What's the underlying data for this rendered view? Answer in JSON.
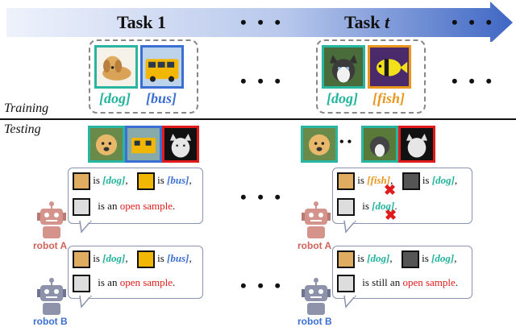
{
  "timeline": {
    "task1_label": "Task 1",
    "taskt_label": "Task ",
    "taskt_var": "t",
    "dots": "• • •"
  },
  "phases": {
    "training": "Training",
    "testing": "Testing"
  },
  "training": {
    "task1": {
      "left_bracket1": "[",
      "label1": "dog",
      "right_bracket1": "]",
      "left_bracket2": "[",
      "label2": "bus",
      "right_bracket2": "]"
    },
    "taskt": {
      "left_bracket1": "[",
      "label1": "dog",
      "right_bracket1": "]",
      "left_bracket2": "[",
      "label2": "fish",
      "right_bracket2": "]"
    },
    "dots": "• • •"
  },
  "testing": {
    "dots_middle": "• • •",
    "inline_dots": "• •",
    "robotA": {
      "name": "robot A",
      "task1": {
        "is1": "is",
        "lab1": "[dog]",
        "comma1": ",",
        "is2": "is",
        "lab2": "[bus]",
        "comma2": ",",
        "open_prefix": "is an",
        "open_text": "open sample",
        "period": "."
      },
      "taskt": {
        "is1": "is",
        "lab1": "[fish]",
        "comma1": ",",
        "is2": "is",
        "lab2": "[dog]",
        "comma2": ",",
        "is3": "is",
        "lab3": "[dog]",
        "period": "."
      }
    },
    "robotB": {
      "name": "robot B",
      "task1": {
        "is1": "is",
        "lab1": "[dog]",
        "comma1": ",",
        "is2": "is",
        "lab2": "[bus]",
        "comma2": ",",
        "open_prefix": "is an",
        "open_text": "open sample",
        "period": "."
      },
      "taskt": {
        "is1": "is",
        "lab1": "[dog]",
        "comma1": ",",
        "is2": "is",
        "lab2": "[dog]",
        "comma2": ",",
        "open_prefix": "is still an",
        "open_text": "open sample",
        "period": "."
      }
    }
  },
  "colors": {
    "teal": "#2ab5a0",
    "blue": "#3b6fd4",
    "orange": "#e8961e",
    "red": "#e11b1b",
    "arrow_start": "#e9eef9",
    "arrow_end": "#3f67c4"
  }
}
